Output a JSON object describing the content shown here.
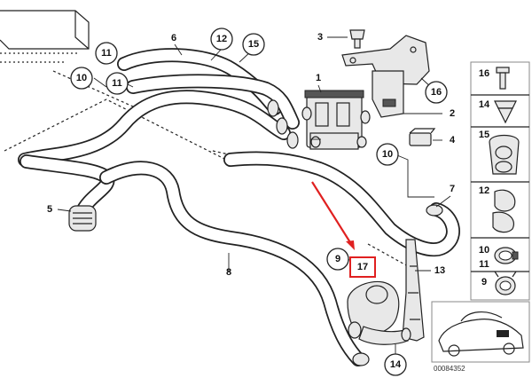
{
  "labels": {
    "c10a": "10",
    "c11a": "11",
    "c11b": "11",
    "c6": "6",
    "c12": "12",
    "c15": "15",
    "c3": "3",
    "c1": "1",
    "c16": "16",
    "c2": "2",
    "c4": "4",
    "c10b": "10",
    "c7": "7",
    "c5": "5",
    "c8": "8",
    "c9": "9",
    "c17": "17",
    "c13": "13",
    "c14": "14"
  },
  "legend": [
    {
      "num": "16"
    },
    {
      "num": "14"
    },
    {
      "num": "15"
    },
    {
      "num": "12"
    },
    {
      "num": "10"
    },
    {
      "num": "11"
    },
    {
      "num": "9"
    }
  ],
  "reference": "00084352",
  "colors": {
    "highlight": "#e02020",
    "line": "#222222"
  }
}
